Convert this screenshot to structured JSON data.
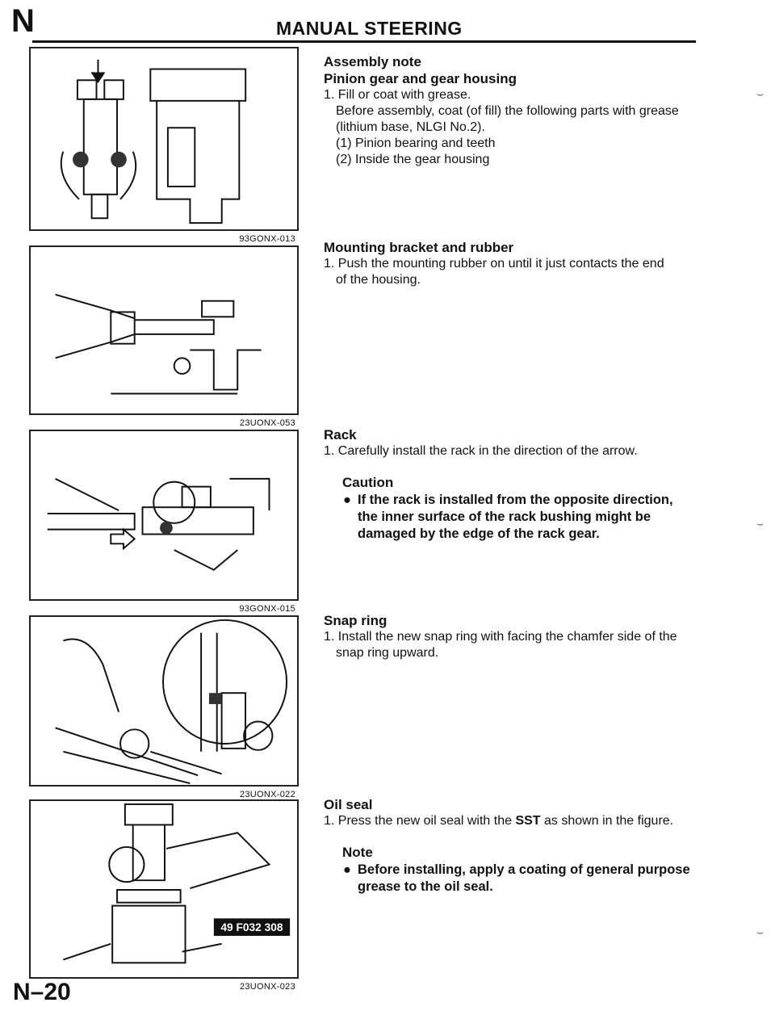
{
  "header": {
    "section_letter": "N",
    "title": "MANUAL STEERING"
  },
  "figures": [
    {
      "code": "93GONX-013",
      "icon": "pinion-gear-housing-diagram"
    },
    {
      "code": "23UONX-053",
      "icon": "mounting-rubber-install-diagram"
    },
    {
      "code": "93GONX-015",
      "icon": "rack-install-diagram"
    },
    {
      "code": "23UONX-022",
      "icon": "snap-ring-install-diagram"
    },
    {
      "code": "23UONX-023",
      "icon": "oil-seal-press-diagram",
      "tool_label": "49 F032 308"
    }
  ],
  "sections": {
    "assembly": {
      "heading": "Assembly note",
      "subheading": "Pinion gear and gear housing",
      "lines": [
        "1. Fill or coat with grease.",
        "Before assembly, coat (of fill) the following parts with grease",
        "(lithium base, NLGI No.2).",
        "(1) Pinion bearing and teeth",
        "(2) Inside the gear housing"
      ]
    },
    "mounting": {
      "heading": "Mounting bracket and rubber",
      "lines": [
        "1. Push the mounting rubber on until it just contacts the end",
        "of the housing."
      ]
    },
    "rack": {
      "heading": "Rack",
      "line": "1. Carefully install the rack in the direction of the arrow.",
      "caution_title": "Caution",
      "caution_lines": [
        "If the rack is installed from the opposite direction,",
        "the inner surface of the rack bushing might be",
        "damaged by the edge of the rack gear."
      ]
    },
    "snap_ring": {
      "heading": "Snap ring",
      "lines": [
        "1. Install the new snap ring with facing the chamfer side of the",
        "snap ring upward."
      ]
    },
    "oil_seal": {
      "heading": "Oil seal",
      "line_pre": "1. Press the new oil seal with the ",
      "line_bold": "SST",
      "line_post": " as shown in the figure.",
      "note_title": "Note",
      "note_lines": [
        "Before installing, apply a coating of general purpose",
        "grease to the oil seal."
      ]
    }
  },
  "footer": {
    "page_number": "N–20"
  }
}
